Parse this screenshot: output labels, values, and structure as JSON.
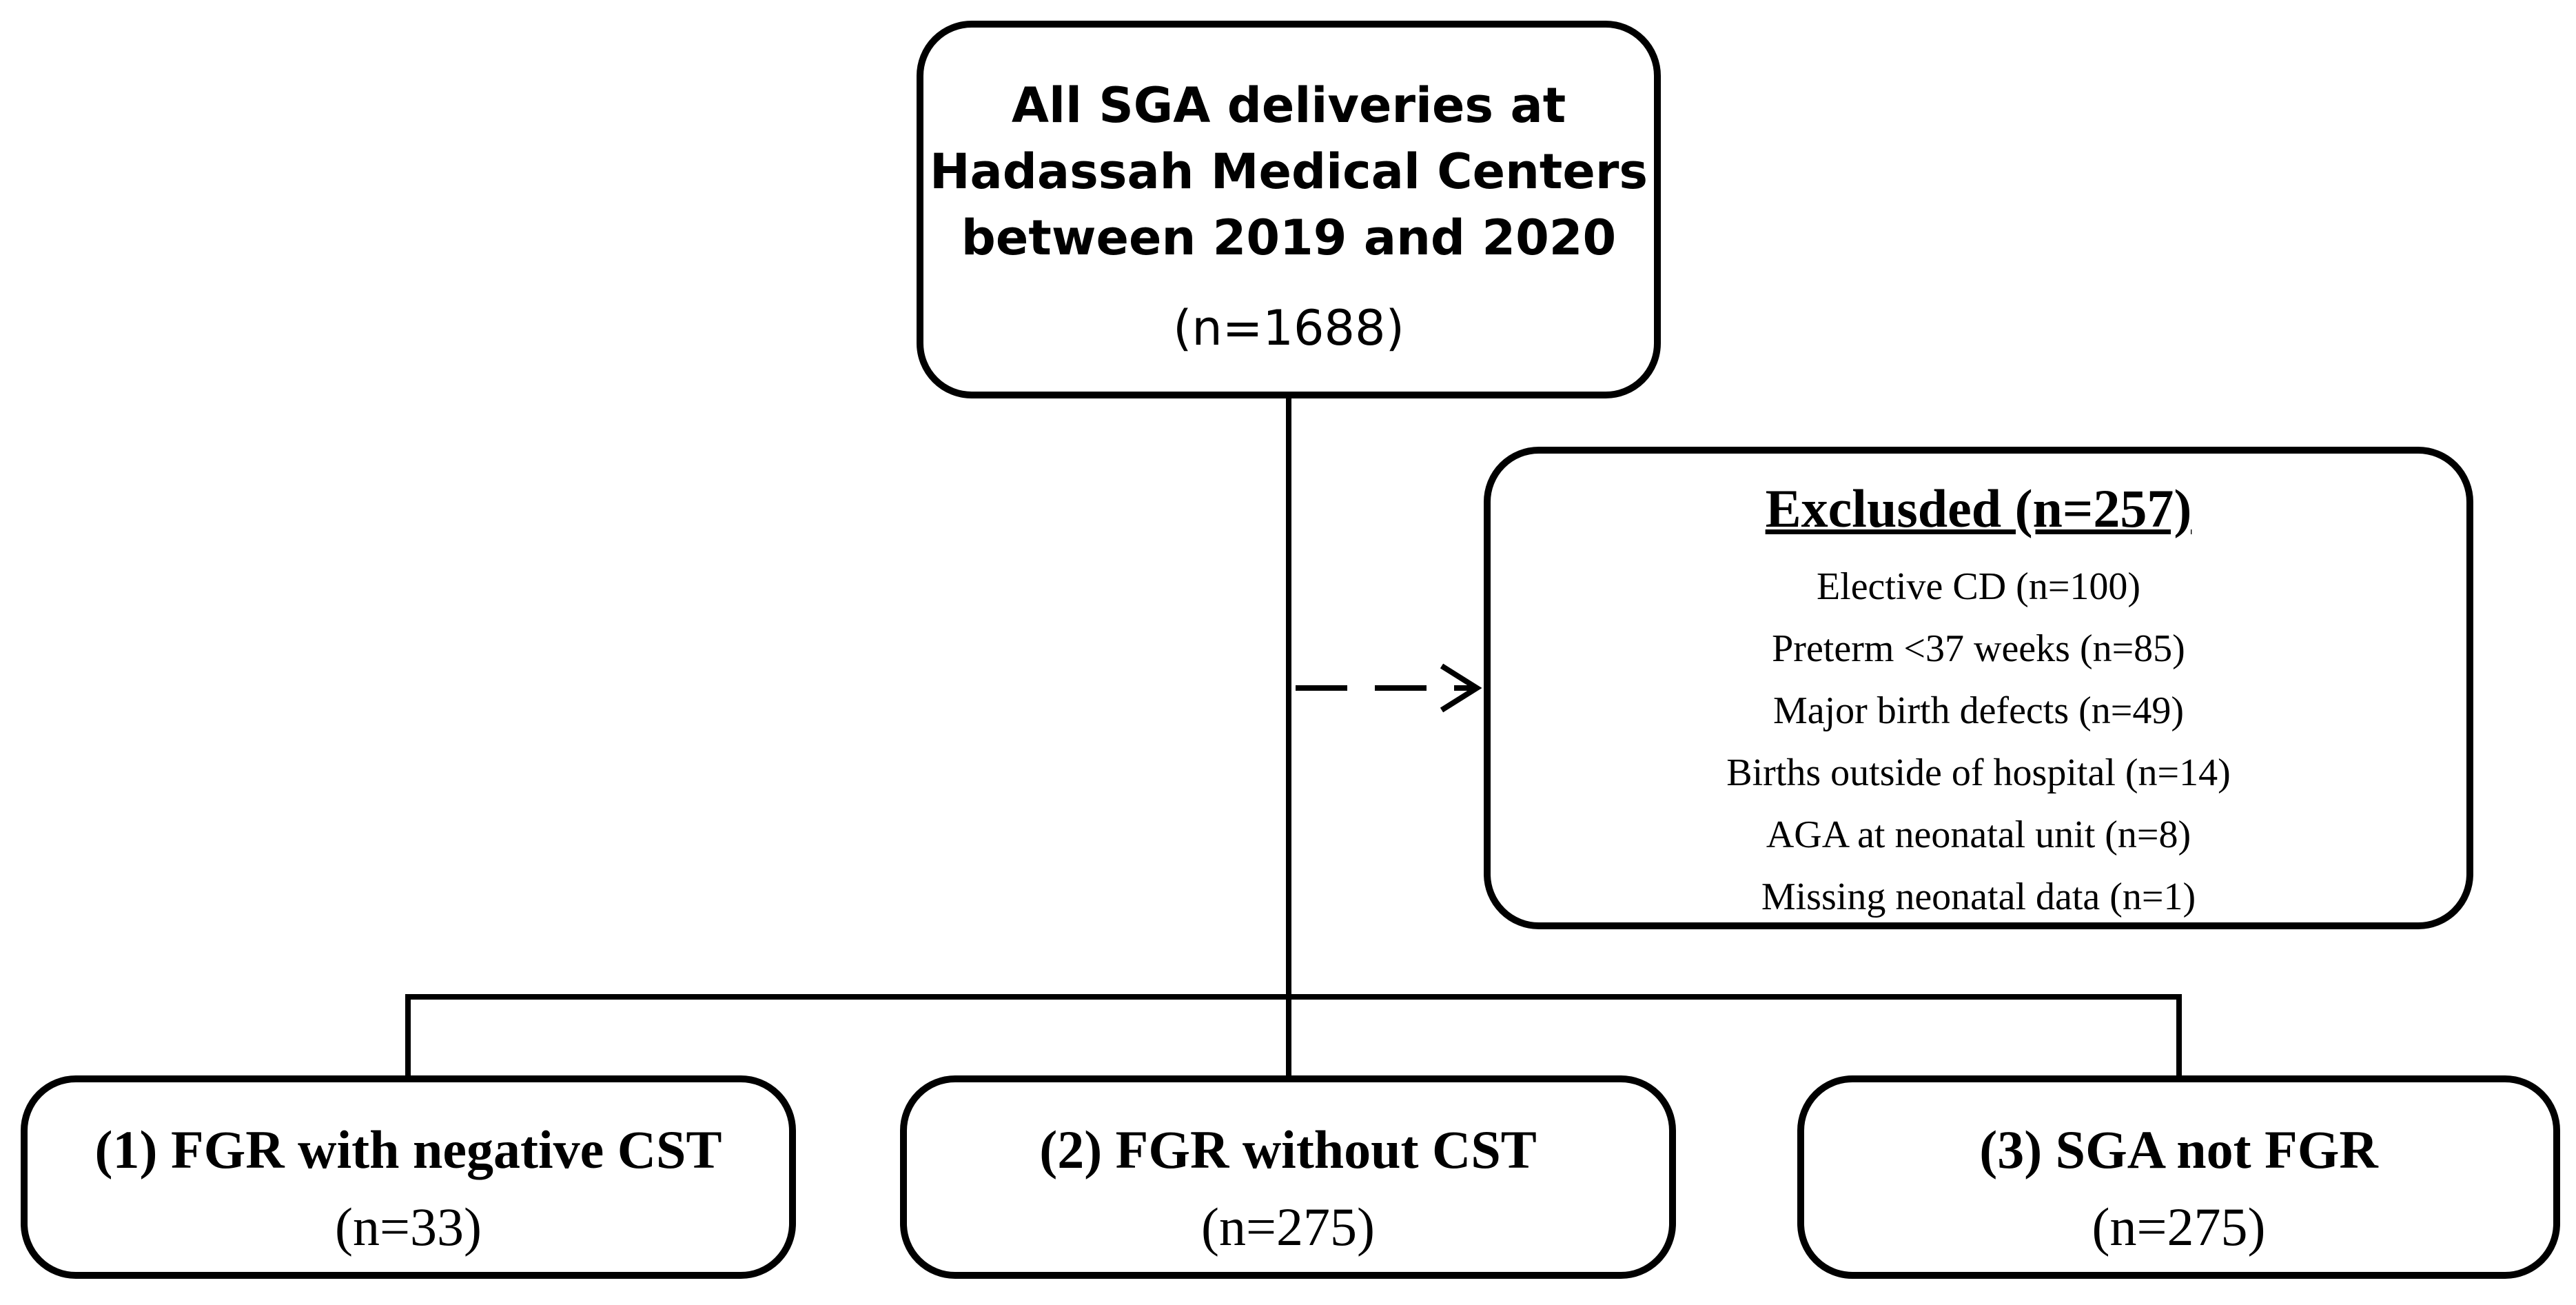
{
  "top_box": {
    "title": "All SGA deliveries at\nHadassah Medical Centers\nbetween 2019 and 2020",
    "count": "(n=1688)"
  },
  "excluded": {
    "title": "Exclusded (n=257)",
    "items": [
      "Elective CD (n=100)",
      "Preterm <37 weeks (n=85)",
      "Major birth defects (n=49)",
      "Births outside of hospital (n=14)",
      "AGA at neonatal unit (n=8)",
      "Missing neonatal data (n=1)"
    ]
  },
  "groups": [
    {
      "label": "(1) FGR with negative CST",
      "count": "(n=33)"
    },
    {
      "label": "(2) FGR without CST",
      "count": "(n=275)"
    },
    {
      "label": "(3) SGA not FGR",
      "count": "(n=275)"
    }
  ],
  "colors": {
    "stroke": "#000000",
    "background": "#ffffff"
  }
}
